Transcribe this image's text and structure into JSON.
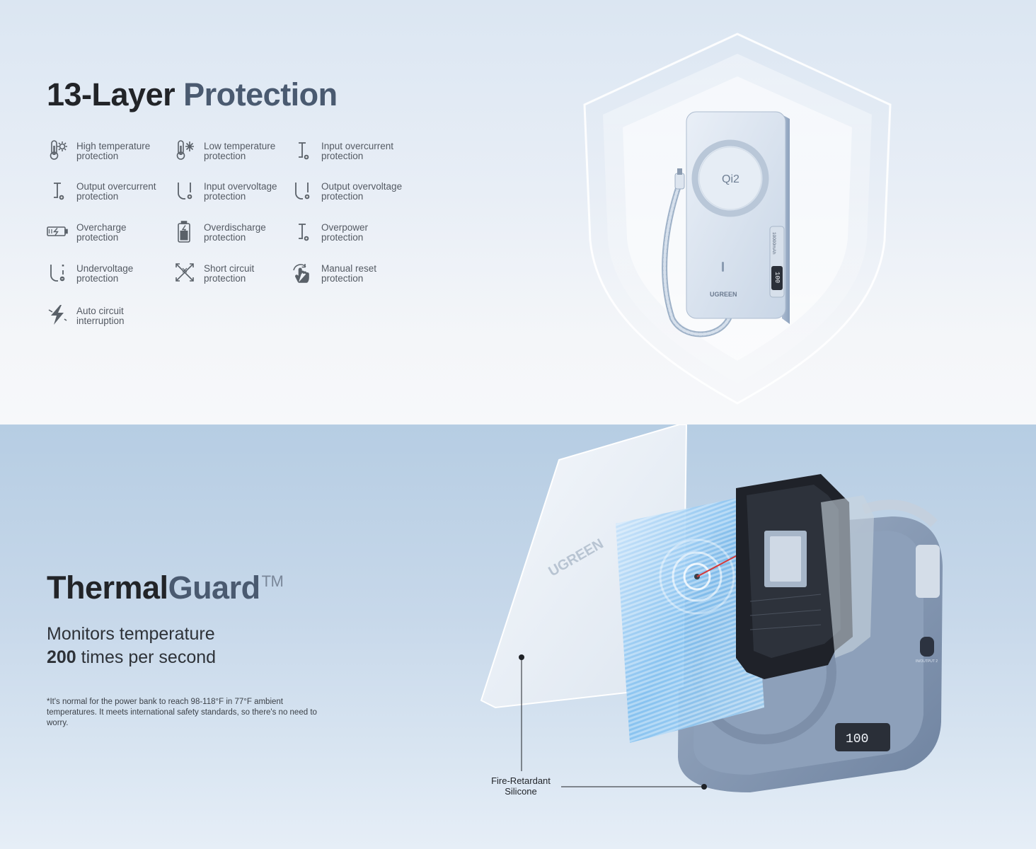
{
  "top": {
    "title_part1": "13-Layer",
    "title_part2": "Protection",
    "features": [
      {
        "icon": "thermometer-sun-icon",
        "line1": "High temperature",
        "line2": "protection"
      },
      {
        "icon": "thermometer-snowflake-icon",
        "line1": "Low temperature",
        "line2": "protection"
      },
      {
        "icon": "input-overcurrent-icon",
        "line1": "Input overcurrent",
        "line2": "protection"
      },
      {
        "icon": "output-overcurrent-icon",
        "line1": "Output overcurrent",
        "line2": "protection"
      },
      {
        "icon": "input-overvoltage-icon",
        "line1": "Input overvoltage",
        "line2": "protection"
      },
      {
        "icon": "output-overvoltage-icon",
        "line1": "Output overvoltage",
        "line2": "protection"
      },
      {
        "icon": "overcharge-battery-icon",
        "line1": "Overcharge",
        "line2": "protection"
      },
      {
        "icon": "overdischarge-battery-icon",
        "line1": "Overdischarge",
        "line2": "protection"
      },
      {
        "icon": "overpower-icon",
        "line1": "Overpower",
        "line2": "protection"
      },
      {
        "icon": "undervoltage-icon",
        "line1": "Undervoltage",
        "line2": "protection"
      },
      {
        "icon": "short-circuit-icon",
        "line1": "Short circuit",
        "line2": "protection"
      },
      {
        "icon": "manual-reset-hand-icon",
        "line1": "Manual reset",
        "line2": "protection"
      },
      {
        "icon": "lightning-bolt-icon",
        "line1": "Auto circuit",
        "line2": "interruption"
      }
    ],
    "product": {
      "brand": "UGREEN",
      "capacity": "10000mAh",
      "display": "100",
      "qi": "Qi2"
    }
  },
  "bottom": {
    "title_part1": "Thermal",
    "title_part2": "Guard",
    "title_mark": "TM",
    "subtitle_line1": "Monitors temperature",
    "subtitle_bold": "200",
    "subtitle_line2_rest": " times per second",
    "note": "*It's normal for the power bank to reach 98-118°F in 77°F ambient temperatures. It meets international safety standards, so there's no need to worry.",
    "callout_line1": "Fire-Retardant",
    "callout_line2": "Silicone",
    "product": {
      "brand": "UGREEN",
      "display": "100",
      "port_label": "IN/OUTPUT 2"
    }
  },
  "colors": {
    "heading_dark": "#222428",
    "heading_accent": "#4a5a70",
    "icon": "#5a6169",
    "icon_accent": "#4b5563"
  }
}
